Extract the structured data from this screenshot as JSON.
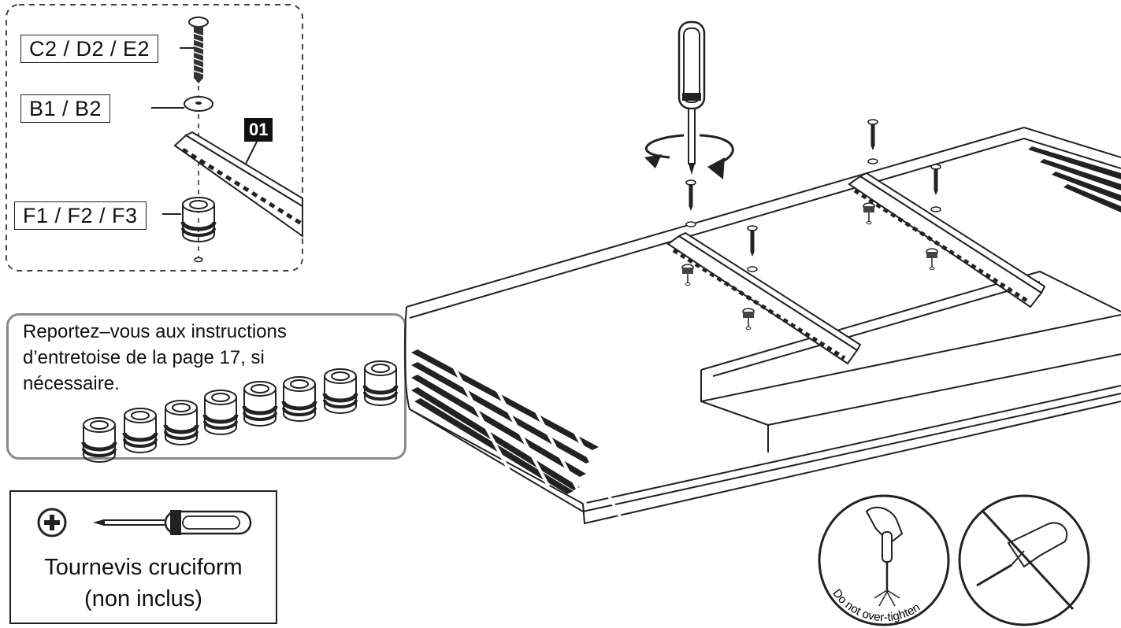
{
  "callout": {
    "screw_label": "C2 / D2 / E2",
    "washer_label": "B1 / B2",
    "spacer_label": "F1 / F2 / F3",
    "bracket_badge": "01"
  },
  "spacer_note": {
    "line1": "Reportez–vous aux instructions",
    "line2": "d’entretoise de la page 17, si",
    "line3": "nécessaire."
  },
  "tool": {
    "name": "Tournevis cruciform",
    "note": "(non inclus)",
    "icon": "phillips-screwdriver-icon"
  },
  "warning": {
    "text": "Do not over-tighten",
    "icon_ok": "hand-screwdriver-icon",
    "icon_no": "no-power-drill-icon"
  }
}
